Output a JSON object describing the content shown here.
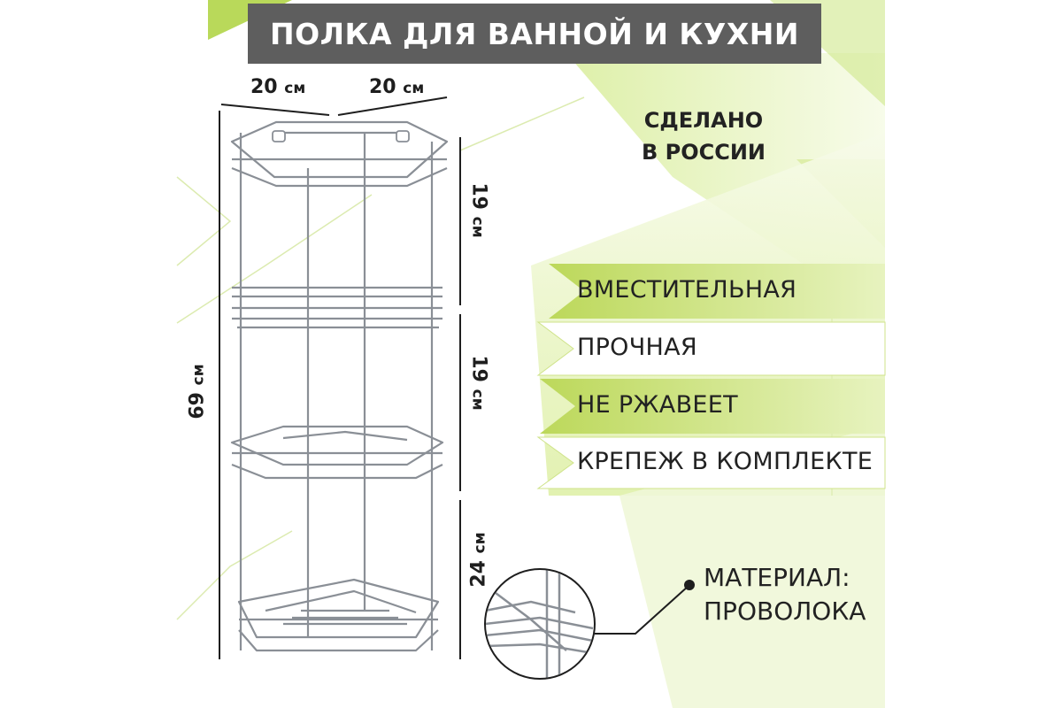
{
  "title": "ПОЛКА ДЛЯ ВАННОЙ И КУХНИ",
  "dimensions": {
    "width_left": {
      "value": "20",
      "unit": "см"
    },
    "width_right": {
      "value": "20",
      "unit": "см"
    },
    "height_total": {
      "value": "69",
      "unit": "см"
    },
    "section_1": {
      "value": "19",
      "unit": "см"
    },
    "section_2": {
      "value": "19",
      "unit": "см"
    },
    "section_3": {
      "value": "24",
      "unit": "см"
    }
  },
  "made_in": [
    "СДЕЛАНО",
    "В РОССИИ"
  ],
  "features": [
    "ВМЕСТИТЕЛЬНАЯ",
    "ПРОЧНАЯ",
    "НЕ РЖАВЕЕТ",
    "КРЕПЕЖ В КОМПЛЕКТЕ"
  ],
  "material": {
    "line1": "МАТЕРИАЛ:",
    "line2": "ПРОВОЛОКА"
  },
  "colors": {
    "banner": "#5e5e5e",
    "accent_green": "#c6e06a",
    "light_green": "#eef6d2",
    "wire": "#8a8f96"
  }
}
